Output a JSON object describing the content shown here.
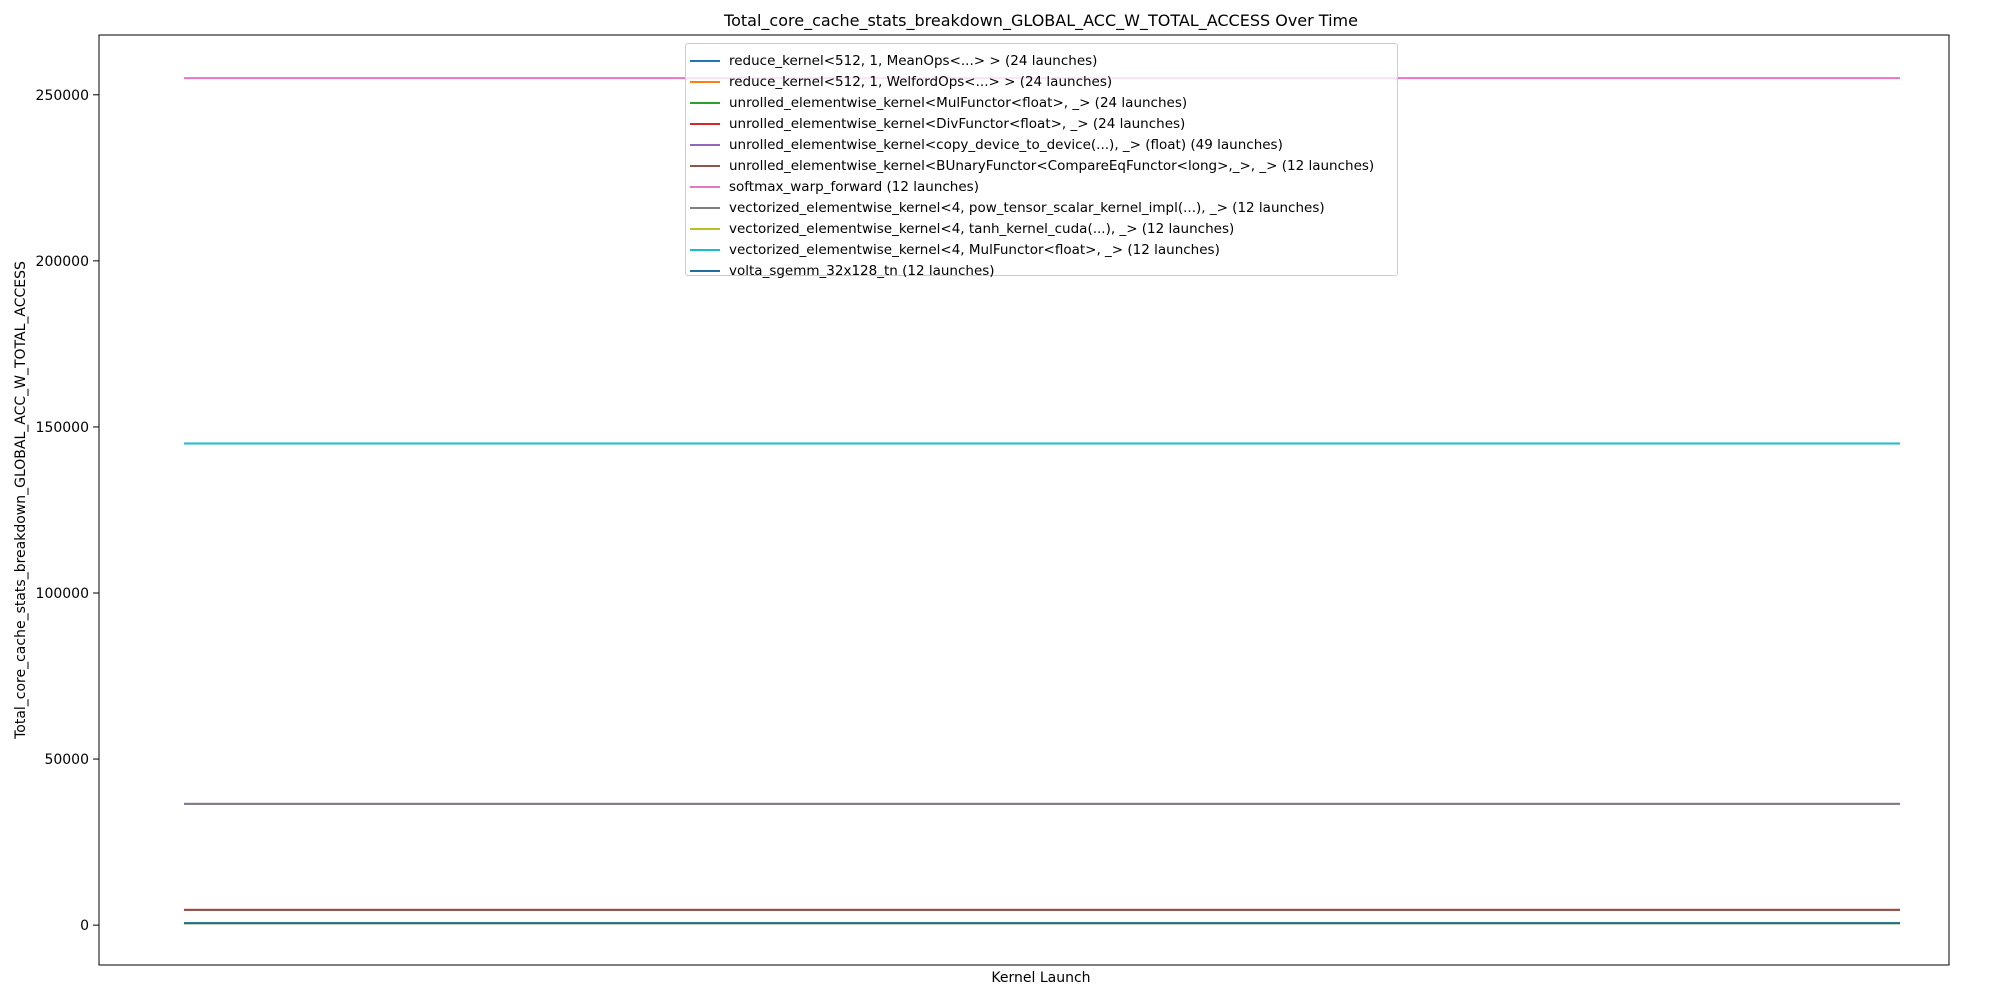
{
  "chart_data": {
    "type": "line",
    "title": "Total_core_cache_stats_breakdown_GLOBAL_ACC_W_TOTAL_ACCESS Over Time",
    "xlabel": "Kernel Launch",
    "ylabel": "Total_core_cache_stats_breakdown_GLOBAL_ACC_W_TOTAL_ACCESS",
    "ylim": [
      -12000,
      268000
    ],
    "y_ticks": [
      0,
      50000,
      100000,
      150000,
      200000,
      250000
    ],
    "y_tick_labels": [
      "0",
      "50000",
      "100000",
      "150000",
      "200000",
      "250000"
    ],
    "x_ticks": [],
    "grid": false,
    "legend_position": "top-center",
    "x": [
      0,
      1
    ],
    "series": [
      {
        "name": "reduce_kernel<512, 1, MeanOps<...> > (24 launches)",
        "color": "#1f77b4",
        "values": [
          600,
          600
        ]
      },
      {
        "name": "reduce_kernel<512, 1, WelfordOps<...> > (24 launches)",
        "color": "#ff7f0e",
        "values": [
          600,
          600
        ]
      },
      {
        "name": "unrolled_elementwise_kernel<MulFunctor<float>, _> (24 launches)",
        "color": "#2ca02c",
        "values": [
          600,
          600
        ]
      },
      {
        "name": "unrolled_elementwise_kernel<DivFunctor<float>, _> (24 launches)",
        "color": "#d62728",
        "values": [
          4600,
          4600
        ]
      },
      {
        "name": "unrolled_elementwise_kernel<copy_device_to_device(...), _> (float) (49 launches)",
        "color": "#9467bd",
        "values": [
          36500,
          36500
        ]
      },
      {
        "name": "unrolled_elementwise_kernel<BUnaryFunctor<CompareEqFunctor<long>,_>, _> (12 launches)",
        "color": "#8c564b",
        "values": [
          4600,
          4600
        ]
      },
      {
        "name": "softmax_warp_forward (12 launches)",
        "color": "#e377c2",
        "values": [
          255000,
          255000
        ]
      },
      {
        "name": "vectorized_elementwise_kernel<4, pow_tensor_scalar_kernel_impl(...), _> (12 launches)",
        "color": "#7f7f7f",
        "values": [
          36500,
          36500
        ]
      },
      {
        "name": "vectorized_elementwise_kernel<4, tanh_kernel_cuda(...), _> (12 launches)",
        "color": "#bcbd22",
        "values": [
          600,
          600
        ]
      },
      {
        "name": "vectorized_elementwise_kernel<4, MulFunctor<float>, _> (12 launches)",
        "color": "#17becf",
        "values": [
          145000,
          145000
        ]
      },
      {
        "name": "volta_sgemm_32x128_tn (12 launches)",
        "color": "#1f6f9f",
        "values": [
          600,
          600
        ]
      }
    ]
  }
}
